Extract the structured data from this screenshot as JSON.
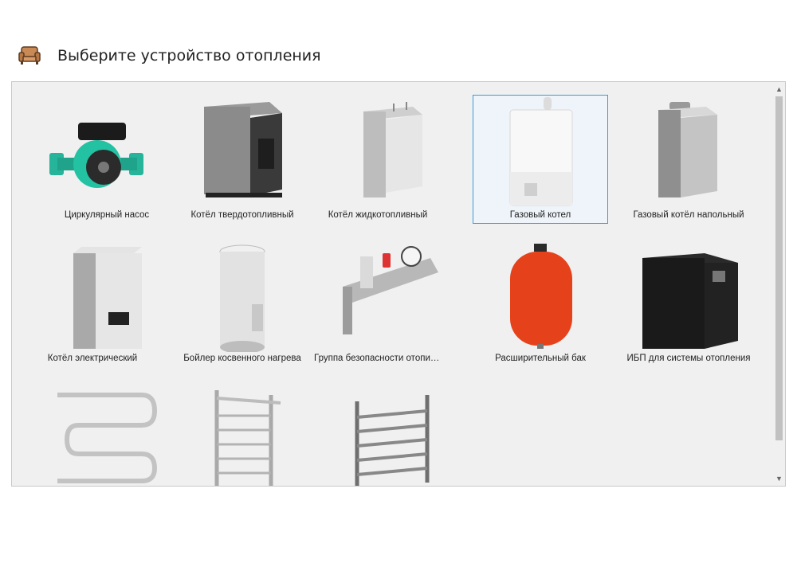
{
  "header": {
    "title": "Выберите устройство отопления",
    "icon": "armchair-icon"
  },
  "devices": [
    {
      "label": "Циркулярный насос",
      "icon": "circulation-pump-icon"
    },
    {
      "label": "Котёл твердотопливный",
      "icon": "solid-fuel-boiler-icon"
    },
    {
      "label": "Котёл жидкотопливный",
      "icon": "liquid-fuel-boiler-icon"
    },
    {
      "label": "Газовый котел",
      "icon": "gas-boiler-icon",
      "selected": true
    },
    {
      "label": "Газовый котёл напольный",
      "icon": "floor-gas-boiler-icon"
    },
    {
      "label": "Котёл электрический",
      "icon": "electric-boiler-icon"
    },
    {
      "label": "Бойлер косвенного нагрева",
      "icon": "water-heater-icon"
    },
    {
      "label": "Группа безопасности отопите...",
      "icon": "safety-group-icon"
    },
    {
      "label": "Расширительный бак",
      "icon": "expansion-tank-icon"
    },
    {
      "label": "ИБП для системы отопления",
      "icon": "ups-icon"
    },
    {
      "label": "",
      "icon": "serpentine-towel-rail-icon"
    },
    {
      "label": "",
      "icon": "ladder-towel-rail-icon"
    },
    {
      "label": "",
      "icon": "ladder-towel-rail-dark-icon"
    }
  ],
  "scrollbar": {
    "up": "▲",
    "down": "▼",
    "position": 0.0
  }
}
